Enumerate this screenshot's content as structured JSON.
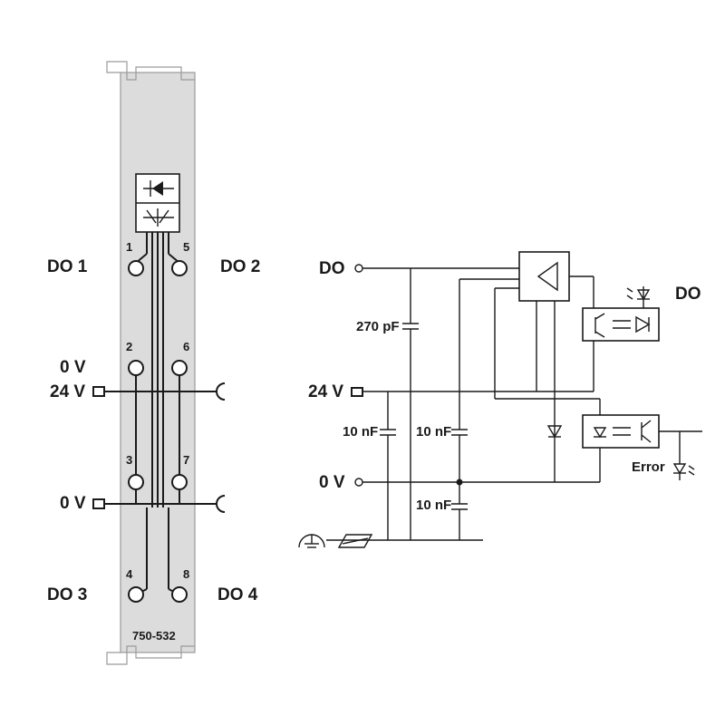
{
  "module": {
    "part_number": "750-532",
    "channels": {
      "do1": "DO 1",
      "do2": "DO 2",
      "do3": "DO 3",
      "do4": "DO 4"
    },
    "rails": {
      "zero_v_top": "0 V",
      "v24": "24 V",
      "zero_v_bottom": "0 V"
    },
    "pins": [
      "1",
      "2",
      "3",
      "4",
      "5",
      "6",
      "7",
      "8"
    ]
  },
  "schematic": {
    "do_input": "DO",
    "v24_input": "24 V",
    "zero_v_input": "0 V",
    "cap_270": "270 pF",
    "cap_10_a": "10 nF",
    "cap_10_b": "10 nF",
    "cap_10_c": "10 nF",
    "do_status_label": "DO",
    "error_label": "Error"
  }
}
